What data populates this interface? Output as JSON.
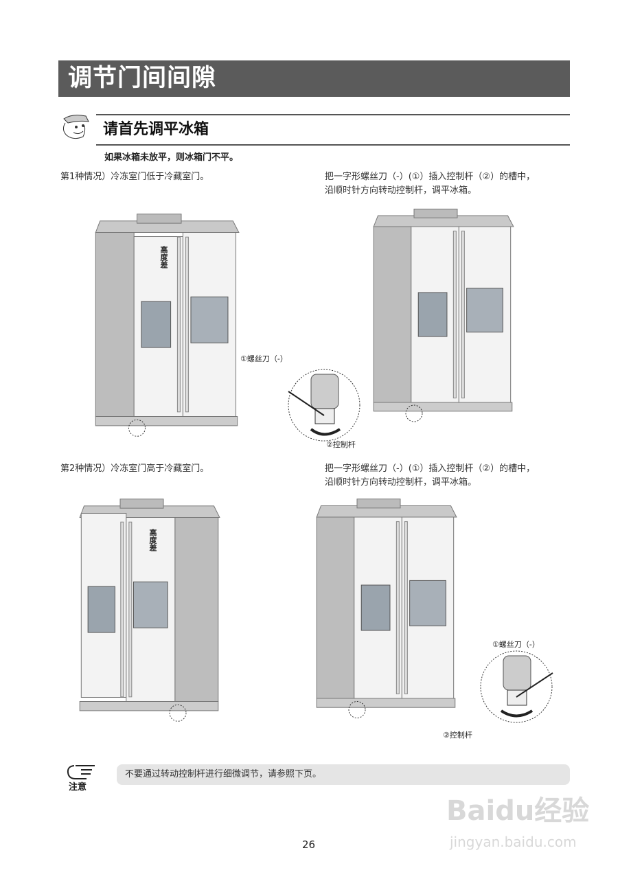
{
  "title": "调节门间间隙",
  "section": {
    "heading": "请首先调平冰箱",
    "subheading": "如果冰箱未放平，则冰箱门不平。",
    "mascot_icon": "cartoon-face-icon"
  },
  "case1": {
    "text": "第1种情况）冷冻室门低于冷藏室门。",
    "instruction_line1": "把一字形螺丝刀（-）(①）插入控制杆（②）的槽中，",
    "instruction_line2": "沿顺时针方向转动控制杆，调平冰箱。",
    "height_label": "高度差",
    "screwdriver_label": "①螺丝刀（-）",
    "lever_label": "②控制杆"
  },
  "case2": {
    "text": "第2种情况）冷冻室门高于冷藏室门。",
    "instruction_line1": "把一字形螺丝刀（-）(①）插入控制杆（②）的槽中，",
    "instruction_line2": "沿顺时针方向转动控制杆，调平冰箱。",
    "height_label": "高度差",
    "screwdriver_label": "①螺丝刀（-）",
    "lever_label": "②控制杆"
  },
  "note": {
    "icon": "pointing-hand-icon",
    "label": "注意",
    "text": "不要通过转动控制杆进行细微调节，请参照下页。"
  },
  "page_number": "26",
  "watermark": {
    "line1": "Baidu经验",
    "line2": "jingyan.baidu.com"
  }
}
